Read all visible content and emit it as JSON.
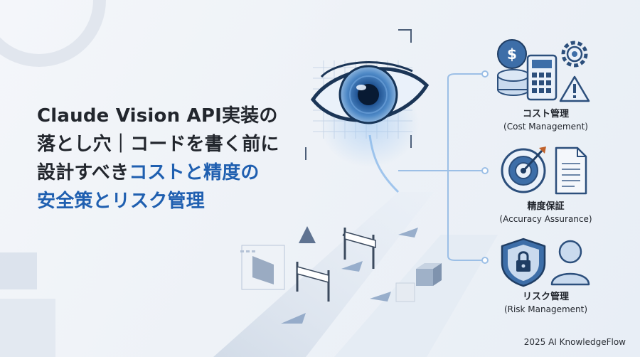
{
  "headline": {
    "line1": "Claude Vision API実装の",
    "line2": "落とし穴｜コードを書く前に",
    "line3_dark": "設計すべき",
    "line3_accent": "コストと精度の",
    "line4_accent": "安全策とリスク管理"
  },
  "topics": [
    {
      "label_jp": "コスト管理",
      "label_en": "(Cost Management)",
      "icons": [
        "dollar-coin-stack-icon",
        "calculator-icon",
        "gear-icon",
        "warning-triangle-icon"
      ]
    },
    {
      "label_jp": "精度保証",
      "label_en": "(Accuracy Assurance)",
      "icons": [
        "target-arrow-icon",
        "document-icon"
      ]
    },
    {
      "label_jp": "リスク管理",
      "label_en": "(Risk Management)",
      "icons": [
        "shield-lock-icon",
        "user-icon"
      ]
    }
  ],
  "footer": {
    "credit": "2025 AI KnowledgeFlow"
  },
  "colors": {
    "accent": "#1f5fb0",
    "text": "#22262d",
    "icon_blue": "#3d6ea8",
    "icon_light": "#c9daee"
  }
}
